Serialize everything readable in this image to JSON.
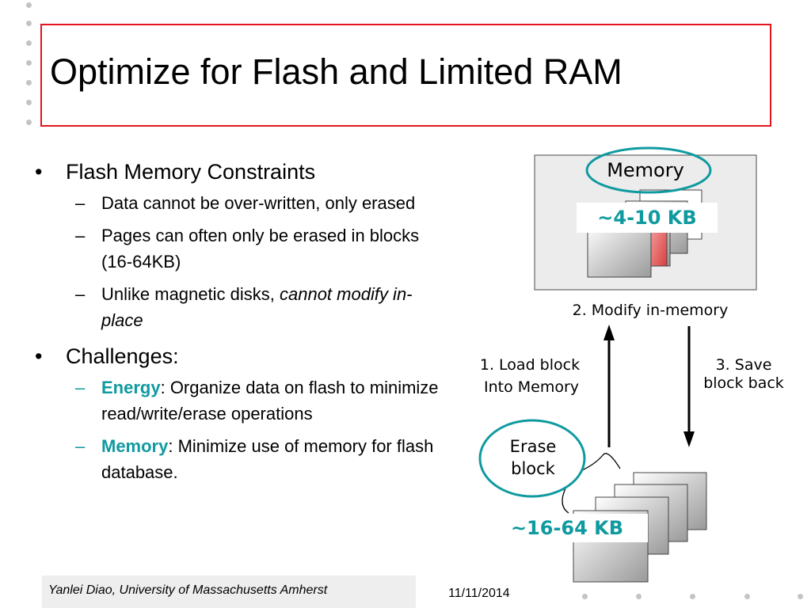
{
  "slide": {
    "title": "Optimize for Flash and Limited RAM",
    "bullets": [
      {
        "text": "Flash Memory Constraints",
        "subs": [
          {
            "parts": [
              {
                "t": "Data cannot be over-written, only erased",
                "s": "plain"
              }
            ]
          },
          {
            "parts": [
              {
                "t": "Pages can often only be erased in blocks (16-64KB)",
                "s": "plain"
              }
            ]
          },
          {
            "parts": [
              {
                "t": "Unlike magnetic disks, ",
                "s": "plain"
              },
              {
                "t": "cannot modify in-place",
                "s": "italic"
              }
            ]
          }
        ]
      },
      {
        "text": "Challenges:",
        "subs": [
          {
            "parts": [
              {
                "t": "Energy",
                "s": "kw"
              },
              {
                "t": ": Organize data on flash to minimize read/write/erase operations",
                "s": "plain"
              }
            ]
          },
          {
            "parts": [
              {
                "t": "Memory",
                "s": "kw"
              },
              {
                "t": ": Minimize use of memory for flash database.",
                "s": "plain"
              }
            ]
          }
        ]
      }
    ],
    "bullet_marker": "•",
    "sub_marker": "–"
  },
  "diagram": {
    "memory_label": "Memory",
    "memory_size": "~4-10 KB",
    "modify_label": "2. Modify in-memory",
    "load_label_line1": "1. Load block",
    "load_label_line2": "Into Memory",
    "save_label_line1": "3. Save",
    "save_label_line2": "block back",
    "erase_label_line1": "Erase",
    "erase_label_line2": "block",
    "flash_size": "~16-64 KB"
  },
  "footer": {
    "author": "Yanlei Diao, University of Massachusetts Amherst",
    "date": "11/11/2014"
  },
  "colors": {
    "title_border": "#e3141c",
    "accent_teal": "#0f9aa0",
    "highlight_block": "#e05050",
    "memory_panel": "#ececec"
  }
}
